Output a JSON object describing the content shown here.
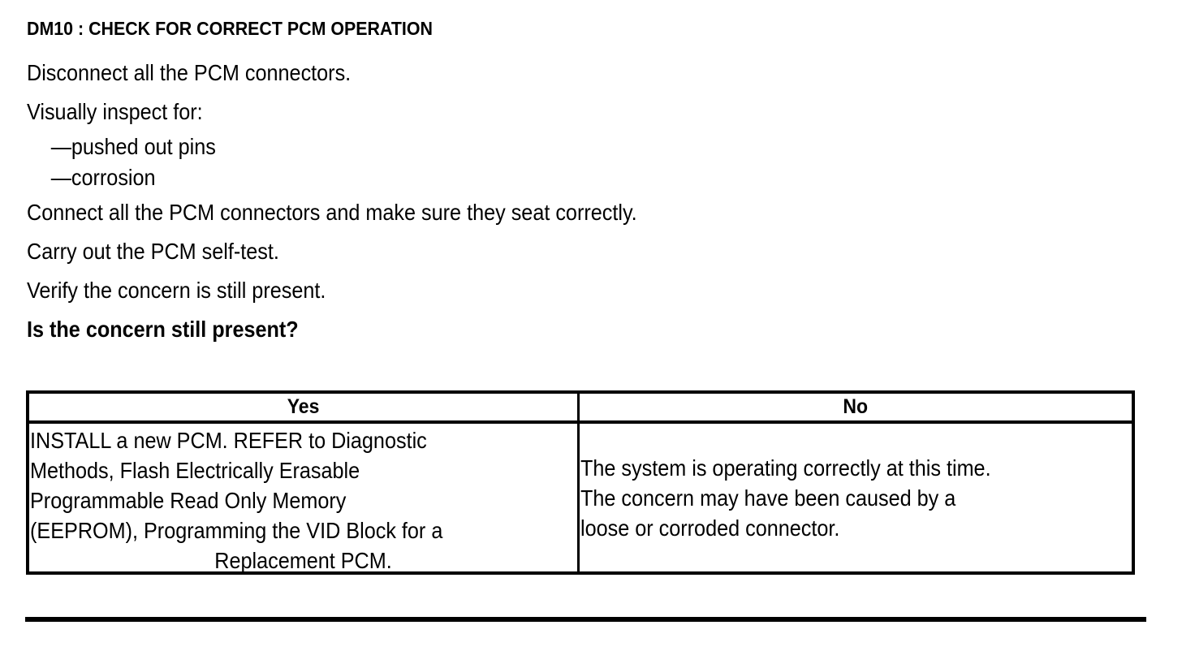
{
  "document": {
    "title": "DM10 : CHECK FOR CORRECT PCM OPERATION",
    "steps": [
      {
        "text": "Disconnect all the PCM connectors.",
        "bold": false
      },
      {
        "text": "Visually inspect for:",
        "bold": false
      },
      {
        "text": "Connect all the PCM connectors and make sure they seat correctly.",
        "bold": false
      },
      {
        "text": "Carry out the PCM self-test.",
        "bold": false
      },
      {
        "text": "Verify the concern is still present.",
        "bold": false
      },
      {
        "text": "Is the concern still present?",
        "bold": true
      }
    ],
    "sub_items": [
      "—pushed out pins",
      "—corrosion"
    ],
    "decision_table": {
      "headers": [
        "Yes",
        "No"
      ],
      "yes_cell": {
        "lines": [
          "INSTALL a new PCM. REFER to Diagnostic",
          "Methods, Flash Electrically Erasable",
          "Programmable Read Only Memory",
          "(EEPROM), Programming the VID Block for a",
          "Replacement PCM."
        ],
        "last_line_centered": true
      },
      "no_cell": {
        "lines": [
          "The system is operating correctly at this time.",
          "The concern may have been caused by a",
          "loose or corroded connector."
        ],
        "last_line_centered": false
      }
    },
    "colors": {
      "text": "#000000",
      "background": "#ffffff",
      "rule": "#000000"
    }
  }
}
